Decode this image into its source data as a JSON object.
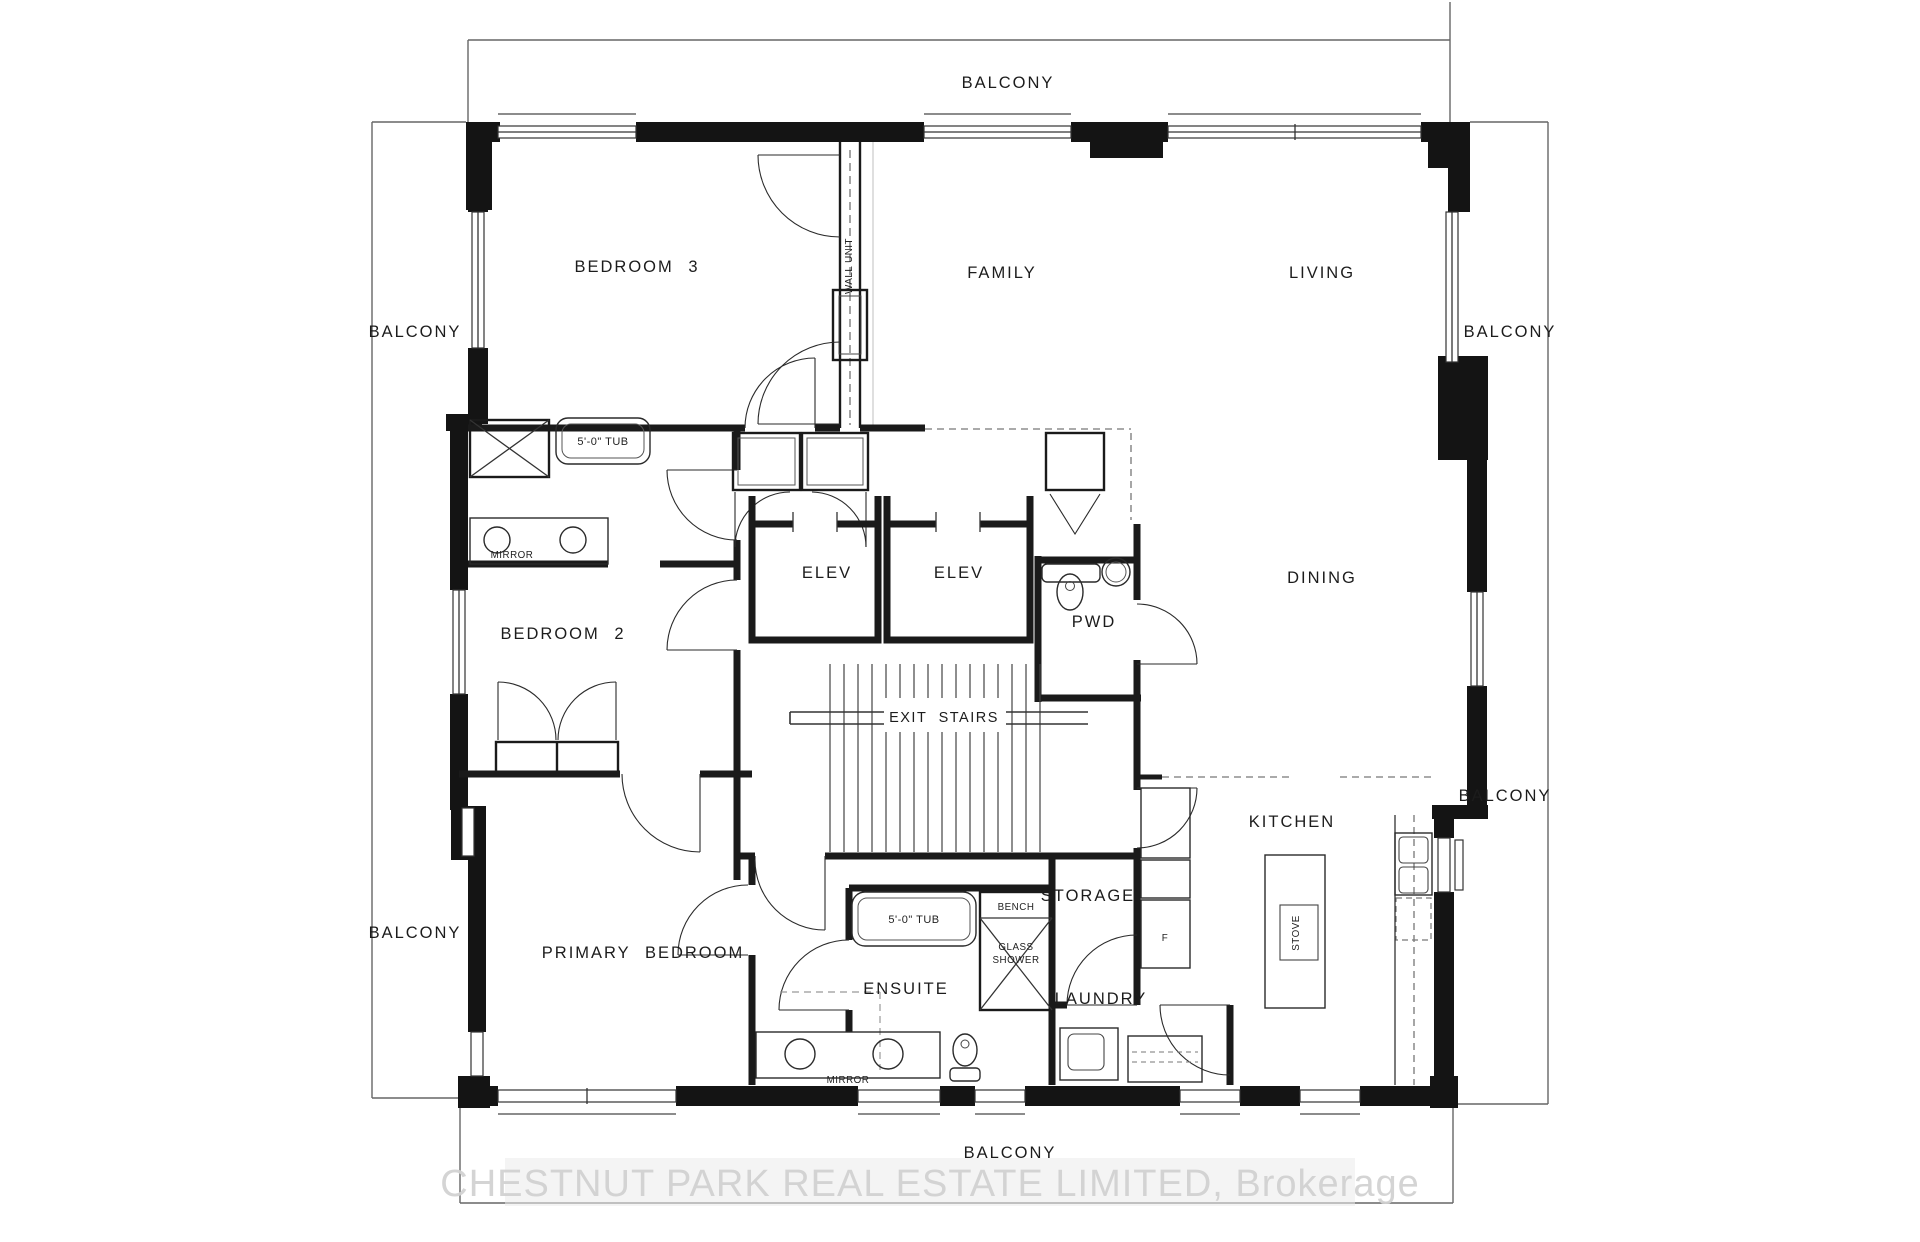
{
  "plan": {
    "watermark": "CHESTNUT PARK REAL ESTATE LIMITED, Brokerage",
    "balconies": {
      "top": "BALCONY",
      "left_upper": "BALCONY",
      "left_lower": "BALCONY",
      "right_upper": "BALCONY",
      "right_lower": "BALCONY",
      "bottom": "BALCONY"
    },
    "rooms": {
      "bedroom3": "BEDROOM 3",
      "family": "FAMILY",
      "living": "LIVING",
      "dining": "DINING",
      "bedroom2": "BEDROOM 2",
      "primary_bedroom": "PRIMARY BEDROOM",
      "ensuite": "ENSUITE",
      "kitchen": "KITCHEN",
      "storage": "STORAGE",
      "laundry": "LAUNDRY",
      "pwd": "PWD",
      "exit_stairs": "EXIT STAIRS",
      "elevator_1": "ELEV",
      "elevator_2": "ELEV"
    },
    "fixtures": {
      "wall_unit": "WALL UNIT",
      "tub_main_bath": "5'-0\" TUB",
      "tub_ensuite": "5'-0\" TUB",
      "mirror_main_bath": "MIRROR",
      "mirror_ensuite": "MIRROR",
      "bench": "BENCH",
      "glass_shower_line1": "GLASS",
      "glass_shower_line2": "SHOWER",
      "stove": "STOVE",
      "fridge": "F"
    }
  }
}
